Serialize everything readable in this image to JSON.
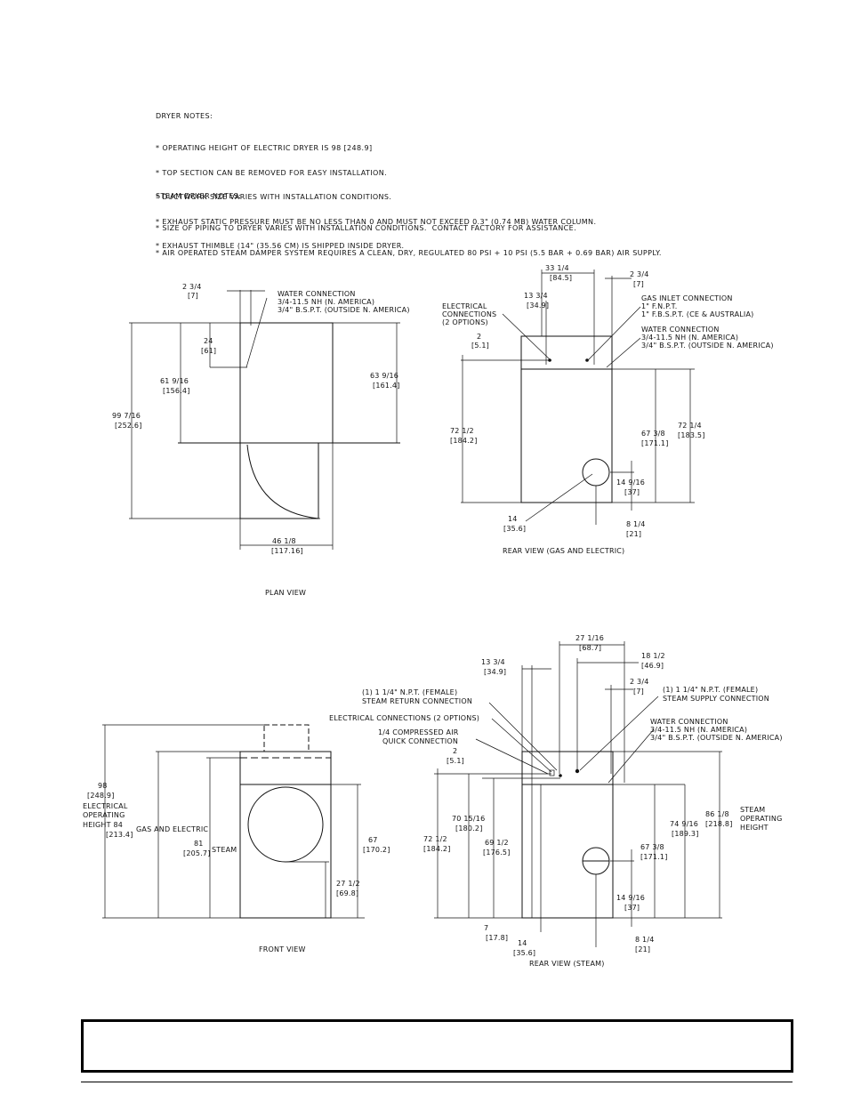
{
  "dryer_notes": {
    "heading": "DRYER NOTES:",
    "items": [
      "* OPERATING HEIGHT OF ELECTRIC DRYER IS 98 [248.9]",
      "* TOP SECTION CAN BE REMOVED FOR EASY INSTALLATION.",
      "* DUCTWORK SIZE VARIES WITH INSTALLATION CONDITIONS.",
      "* EXHAUST STATIC PRESSURE MUST BE NO LESS THAN 0 AND MUST NOT EXCEED 0.3\" (0.74 mb) WATER COLUMN.",
      "* EXHAUST THIMBLE (14\" (35.56 cm) IS SHIPPED INSIDE DRYER."
    ]
  },
  "steam_notes": {
    "heading": "STEAM DRYER NOTES:",
    "items": [
      "* SIZE OF PIPING TO DRYER VARIES WITH INSTALLATION CONDITIONS.  CONTACT FACTORY FOR ASSISTANCE.",
      "* AIR OPERATED STEAM DAMPER SYSTEM REQUIRES A CLEAN, DRY, REGULATED 80 PSI + 10 PSI (5.5 BAR + 0.69 BAR) AIR SUPPLY."
    ]
  },
  "plan_view": {
    "caption": "PLAN VIEW",
    "dim_2_3_4": "2 3/4",
    "dim_2_3_4_cm": "[7]",
    "water_connection": "WATER CONNECTION",
    "water_nh": "3/4-11.5 NH (N. AMERICA)",
    "water_bsp": "3/4\" B.S.P.T. (OUTSIDE N. AMERICA)",
    "dim_24": "24",
    "dim_24_cm": "[61]",
    "dim_61": "61 9/16",
    "dim_61_cm": "[156.4]",
    "dim_63": "63 9/16",
    "dim_63_cm": "[161.4]",
    "dim_99": "99 7/16",
    "dim_99_cm": "[252.6]",
    "dim_46": "46 1/8",
    "dim_46_cm": "[117.16]"
  },
  "rear_view_gas": {
    "caption": "REAR VIEW (GAS AND ELECTRIC)",
    "dim_33": "33 1/4",
    "dim_33_cm": "[84.5]",
    "dim_2_3_4": "2 3/4",
    "dim_2_3_4_cm": "[7]",
    "dim_13": "13 3/4",
    "dim_13_cm": "[34.9]",
    "electrical_1": "ELECTRICAL",
    "electrical_2": "CONNECTIONS",
    "electrical_3": "(2 OPTIONS)",
    "gas_inlet": "GAS INLET CONNECTION",
    "gas_fnpt": "1\" F.N.P.T.",
    "gas_fbspt": "1\" F.B.S.P.T. (CE & AUSTRALIA)",
    "water_connection": "WATER CONNECTION",
    "water_nh": "3/4-11.5 NH (N. AMERICA)",
    "water_bsp": "3/4\" B.S.P.T. (OUTSIDE N. AMERICA)",
    "dim_2": "2",
    "dim_2_cm": "[5.1]",
    "dim_72_half": "72 1/2",
    "dim_72_half_cm": "[184.2]",
    "dim_67": "67 3/8",
    "dim_67_cm": "[171.1]",
    "dim_72_quarter": "72 1/4",
    "dim_72_quarter_cm": "[183.5]",
    "dim_14_9": "14 9/16",
    "dim_14_9_cm": "[37]",
    "dim_14": "14",
    "dim_14_cm": "[35.6]",
    "dim_8": "8 1/4",
    "dim_8_cm": "[21]"
  },
  "front_view": {
    "caption": "FRONT VIEW",
    "dim_98": "98",
    "dim_98_cm": "[248.9]",
    "electrical_op_1": "ELECTRICAL",
    "electrical_op_2": "OPERATING",
    "height_84": "HEIGHT  84",
    "height_84_cm": "[213.4]",
    "gas_and_electric": "GAS AND ELECTRIC",
    "dim_81": "81",
    "dim_81_cm": "[205.7]",
    "steam": "STEAM",
    "dim_67": "67",
    "dim_67_cm": "[170.2]",
    "dim_27": "27 1/2",
    "dim_27_cm": "[69.8]"
  },
  "rear_view_steam": {
    "caption": "REAR VIEW (STEAM)",
    "dim_27_1_16": "27 1/16",
    "dim_27_1_16_cm": "[68.7]",
    "dim_18": "18 1/2",
    "dim_18_cm": "[46.9]",
    "dim_13": "13 3/4",
    "dim_13_cm": "[34.9]",
    "dim_2_3_4": "2 3/4",
    "dim_2_3_4_cm": "[7]",
    "steam_return_1": "(1) 1 1/4\" N.P.T. (FEMALE)",
    "steam_return_2": "STEAM RETURN CONNECTION",
    "steam_supply_1": "(1) 1 1/4\" N.P.T. (FEMALE)",
    "steam_supply_2": "STEAM SUPPLY CONNECTION",
    "electrical": "ELECTRICAL CONNECTIONS (2 OPTIONS)",
    "air_1": "1/4 COMPRESSED AIR",
    "air_2": "QUICK CONNECTION",
    "water_connection": "WATER CONNECTION",
    "water_nh": "3/4-11.5 NH (N. AMERICA)",
    "water_bsp": "3/4\" B.S.P.T. (OUTSIDE N. AMERICA)",
    "dim_2": "2",
    "dim_2_cm": "[5.1]",
    "dim_70": "70 15/16",
    "dim_70_cm": "[180.2]",
    "dim_72": "72 1/2",
    "dim_72_cm": "[184.2]",
    "dim_69": "69 1/2",
    "dim_69_cm": "[176.5]",
    "dim_67": "67 3/8",
    "dim_67_cm": "[171.1]",
    "dim_74": "74 9/16",
    "dim_74_cm": "[189.3]",
    "dim_86": "86 1/8",
    "dim_86_cm": "[218.8]",
    "steam_op_1": "STEAM",
    "steam_op_2": "OPERATING",
    "steam_op_3": "HEIGHT",
    "dim_14_9": "14 9/16",
    "dim_14_9_cm": "[37]",
    "dim_7": "7",
    "dim_7_cm": "[17.8]",
    "dim_14": "14",
    "dim_14_cm": "[35.6]",
    "dim_8": "8 1/4",
    "dim_8_cm": "[21]"
  }
}
